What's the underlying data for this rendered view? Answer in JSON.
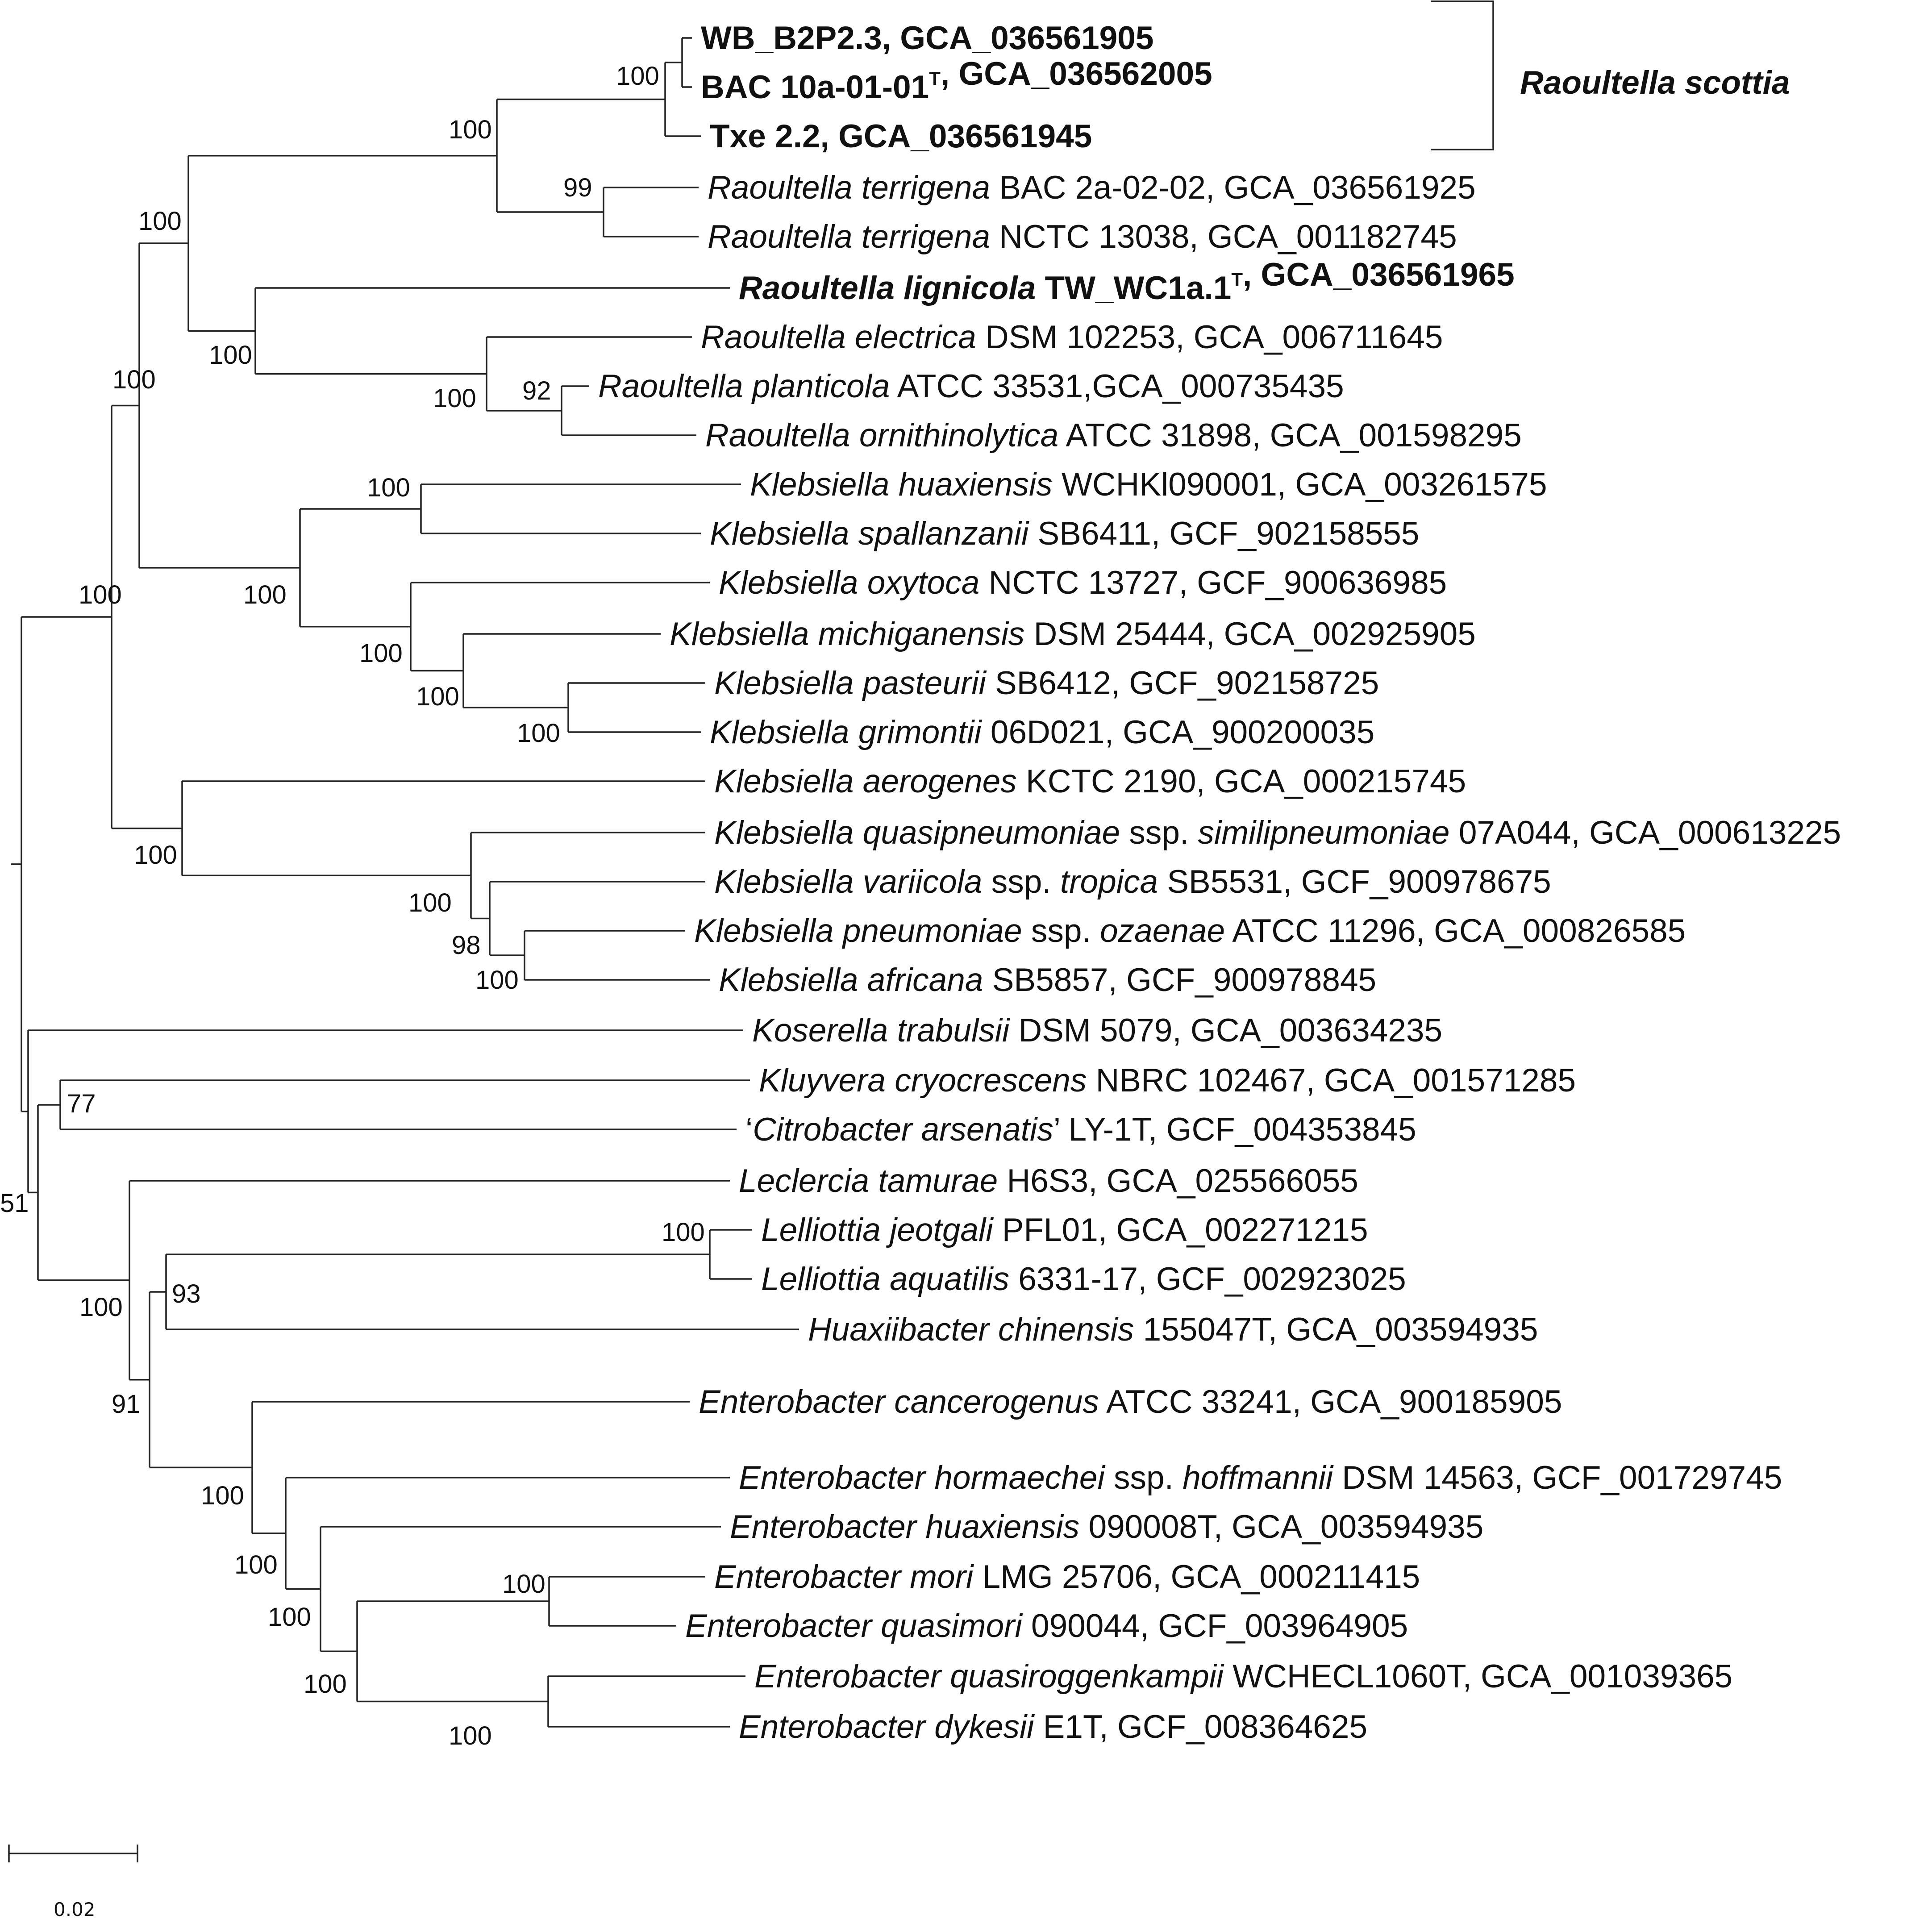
{
  "tree": {
    "bracket_label": "Raoultella scottia",
    "leaves": [
      {
        "parts": [
          {
            "t": "WB_B2P2.3, GCA_036561905",
            "b": true
          }
        ]
      },
      {
        "parts": [
          {
            "t": "BAC 10a-01-01",
            "b": true
          },
          {
            "t": "T",
            "b": true,
            "sup": true
          },
          {
            "t": ", GCA_036562005",
            "b": true
          }
        ]
      },
      {
        "parts": [
          {
            "t": "Txe 2.2, GCA_036561945",
            "b": true
          }
        ]
      },
      {
        "parts": [
          {
            "t": "Raoultella terrigena",
            "i": true
          },
          {
            "t": " BAC 2a-02-02, GCA_036561925"
          }
        ]
      },
      {
        "parts": [
          {
            "t": "Raoultella terrigena",
            "i": true
          },
          {
            "t": " NCTC 13038, GCA_001182745"
          }
        ]
      },
      {
        "parts": [
          {
            "t": "Raoultella lignicola",
            "i": true,
            "b": true
          },
          {
            "t": " TW_WC1a.1",
            "b": true
          },
          {
            "t": "T",
            "b": true,
            "sup": true
          },
          {
            "t": ", GCA_036561965",
            "b": true
          }
        ]
      },
      {
        "parts": [
          {
            "t": "Raoultella electrica",
            "i": true
          },
          {
            "t": " DSM 102253, GCA_006711645"
          }
        ]
      },
      {
        "parts": [
          {
            "t": "Raoultella planticola",
            "i": true
          },
          {
            "t": " ATCC 33531,GCA_000735435"
          }
        ]
      },
      {
        "parts": [
          {
            "t": "Raoultella ornithinolytica",
            "i": true
          },
          {
            "t": " ATCC 31898, GCA_001598295"
          }
        ]
      },
      {
        "parts": [
          {
            "t": "Klebsiella huaxiensis",
            "i": true
          },
          {
            "t": " WCHKl090001, GCA_003261575"
          }
        ]
      },
      {
        "parts": [
          {
            "t": "Klebsiella spallanzanii",
            "i": true
          },
          {
            "t": " SB6411, GCF_902158555"
          }
        ]
      },
      {
        "parts": [
          {
            "t": "Klebsiella oxytoca",
            "i": true
          },
          {
            "t": " NCTC 13727, GCF_900636985"
          }
        ]
      },
      {
        "parts": [
          {
            "t": "Klebsiella michiganensis",
            "i": true
          },
          {
            "t": " DSM 25444, GCA_002925905"
          }
        ]
      },
      {
        "parts": [
          {
            "t": "Klebsiella pasteurii",
            "i": true
          },
          {
            "t": " SB6412, GCF_902158725"
          }
        ]
      },
      {
        "parts": [
          {
            "t": "Klebsiella grimontii",
            "i": true
          },
          {
            "t": " 06D021, GCA_900200035"
          }
        ]
      },
      {
        "parts": [
          {
            "t": "Klebsiella aerogenes",
            "i": true
          },
          {
            "t": " KCTC 2190, GCA_000215745"
          }
        ]
      },
      {
        "parts": [
          {
            "t": "Klebsiella quasipneumoniae",
            "i": true
          },
          {
            "t": " ssp. "
          },
          {
            "t": "similipneumoniae",
            "i": true
          },
          {
            "t": " 07A044, GCA_000613225"
          }
        ]
      },
      {
        "parts": [
          {
            "t": "Klebsiella variicola",
            "i": true
          },
          {
            "t": " ssp. "
          },
          {
            "t": "tropica",
            "i": true
          },
          {
            "t": " SB5531, GCF_900978675"
          }
        ]
      },
      {
        "parts": [
          {
            "t": "Klebsiella pneumoniae",
            "i": true
          },
          {
            "t": " ssp. "
          },
          {
            "t": "ozaenae",
            "i": true
          },
          {
            "t": " ATCC 11296, GCA_000826585"
          }
        ]
      },
      {
        "parts": [
          {
            "t": "Klebsiella africana",
            "i": true
          },
          {
            "t": " SB5857, GCF_900978845"
          }
        ]
      },
      {
        "parts": [
          {
            "t": "Koserella trabulsii",
            "i": true
          },
          {
            "t": " DSM 5079, GCA_003634235"
          }
        ]
      },
      {
        "parts": [
          {
            "t": "Kluyvera cryocrescens",
            "i": true
          },
          {
            "t": " NBRC 102467, GCA_001571285"
          }
        ]
      },
      {
        "parts": [
          {
            "t": "‘"
          },
          {
            "t": "Citrobacter arsenatis",
            "i": true
          },
          {
            "t": "’ LY-1T, GCF_004353845"
          }
        ]
      },
      {
        "parts": [
          {
            "t": "Leclercia tamurae",
            "i": true
          },
          {
            "t": " H6S3, GCA_025566055"
          }
        ]
      },
      {
        "parts": [
          {
            "t": "Lelliottia jeotgali",
            "i": true
          },
          {
            "t": " PFL01, GCA_002271215"
          }
        ]
      },
      {
        "parts": [
          {
            "t": "Lelliottia aquatilis",
            "i": true
          },
          {
            "t": " 6331-17,  GCF_002923025"
          }
        ]
      },
      {
        "parts": [
          {
            "t": "Huaxiibacter chinensis",
            "i": true
          },
          {
            "t": " 155047T, GCA_003594935"
          }
        ]
      },
      {
        "parts": [
          {
            "t": "Enterobacter cancerogenus",
            "i": true
          },
          {
            "t": " ATCC 33241, GCA_900185905"
          }
        ]
      },
      {
        "parts": [
          {
            "t": "Enterobacter hormaechei",
            "i": true
          },
          {
            "t": " ssp. "
          },
          {
            "t": "hoffmannii",
            "i": true
          },
          {
            "t": " DSM 14563, GCF_001729745"
          }
        ]
      },
      {
        "parts": [
          {
            "t": "Enterobacter huaxiensis",
            "i": true
          },
          {
            "t": " 090008T, GCA_003594935"
          }
        ]
      },
      {
        "parts": [
          {
            "t": "Enterobacter mori",
            "i": true
          },
          {
            "t": " LMG 25706, GCA_000211415"
          }
        ]
      },
      {
        "parts": [
          {
            "t": "Enterobacter quasimori",
            "i": true
          },
          {
            "t": " 090044, GCF_003964905"
          }
        ]
      },
      {
        "parts": [
          {
            "t": "Enterobacter quasiroggenkampii",
            "i": true
          },
          {
            "t": " WCHECL1060T, GCA_001039365"
          }
        ]
      },
      {
        "parts": [
          {
            "t": "Enterobacter dykesii",
            "i": true
          },
          {
            "t": " E1T, GCF_008364625"
          }
        ]
      }
    ],
    "bootstrap": [
      "100",
      "100",
      "99",
      "100",
      "100",
      "100",
      "92",
      "100",
      "100",
      "100",
      "100",
      "100",
      "100",
      "100",
      "100",
      "100",
      "98",
      "100",
      "51",
      "77",
      "100",
      "93",
      "100",
      "91",
      "100",
      "100",
      "100",
      "100",
      "100",
      "100"
    ],
    "scale_bar": {
      "value": "0.02"
    }
  }
}
